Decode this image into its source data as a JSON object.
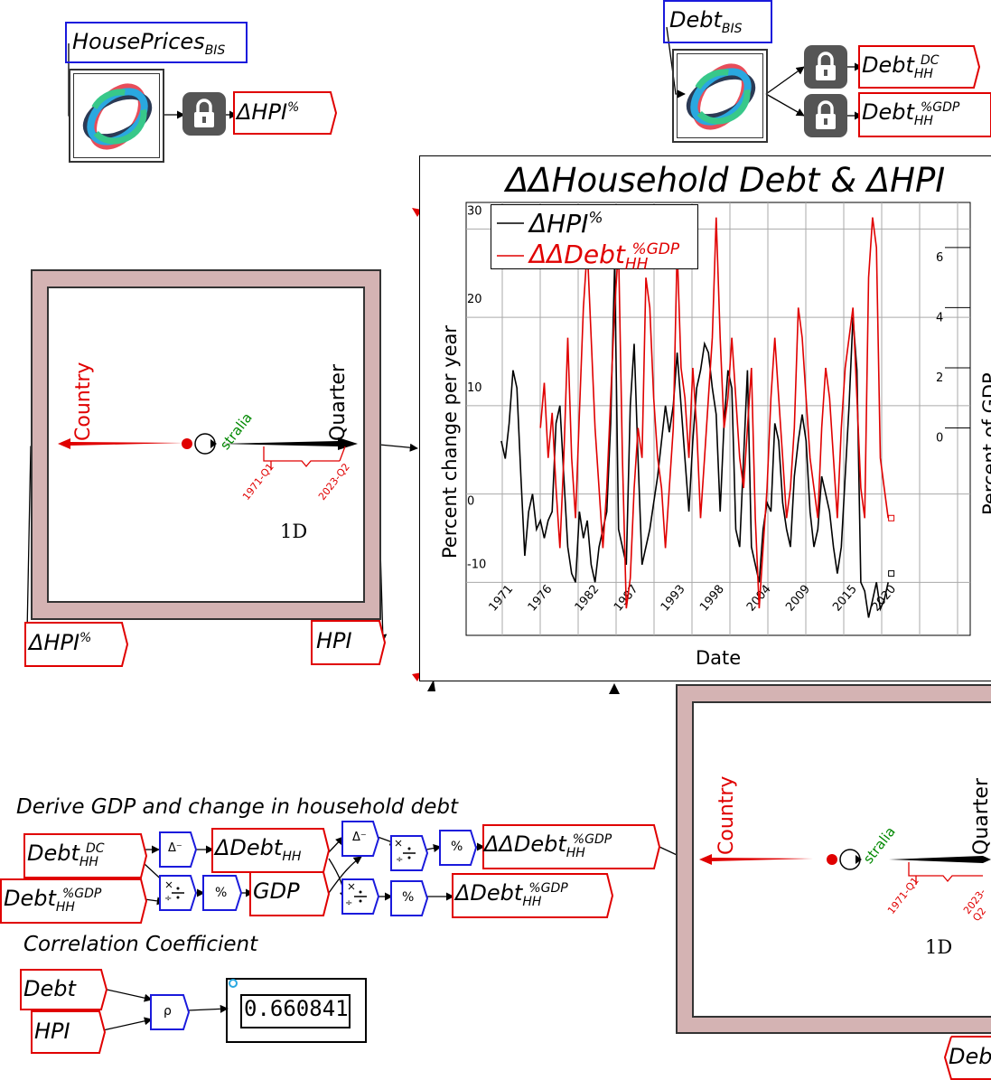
{
  "variables": {
    "house_prices_bis": {
      "base": "HousePrices",
      "sub": "BIS"
    },
    "debt_bis": {
      "base": "Debt",
      "sub": "BIS"
    },
    "d_hpi_pct": {
      "base": "ΔHPI",
      "sup": "%"
    },
    "debt_hh_dc": {
      "base": "Debt",
      "sub": "HH",
      "sup": "DC"
    },
    "debt_hh_gdp": {
      "base": "Debt",
      "sub": "HH",
      "sup": "%GDP"
    },
    "d_hpi_pct_left": {
      "base": "ΔHPI",
      "sup": "%"
    },
    "hpi": {
      "base": "HPI"
    },
    "d_debt_hh": {
      "base": "ΔDebt",
      "sub": "HH"
    },
    "gdp": {
      "base": "GDP"
    },
    "dd_debt_hh_gdp": {
      "base": "ΔΔDebt",
      "sub": "HH",
      "sup": "%GDP"
    },
    "d_debt_hh_gdp": {
      "base": "ΔDebt",
      "sub": "HH",
      "sup": "%GDP"
    },
    "debt": {
      "base": "Debt"
    },
    "hpi2": {
      "base": "HPI"
    },
    "debt_right_partial": {
      "base": "Debt"
    }
  },
  "operators": {
    "diff1": "Δ⁻",
    "diff2": "Δ⁻",
    "divide": "÷",
    "multiply": "×",
    "percent": "%",
    "correlation": "ρ"
  },
  "groups": {
    "derive_title": "Derive GDP and change in household debt",
    "corr_title": "Correlation Coefficient"
  },
  "correlation_value": "0.660841",
  "ravel_left": {
    "axis_country": "Country",
    "axis_quarter": "Quarter",
    "slice_value": "stralia",
    "range_start": "1971-Q1",
    "range_end": "2023-Q2",
    "rank": "1D"
  },
  "ravel_right": {
    "axis_country": "Country",
    "axis_quarter": "Quarter",
    "slice_value": "stralia",
    "range_start": "1971-Q1",
    "range_end": "2023-Q2",
    "rank": "1D"
  },
  "chart_data": {
    "type": "line",
    "title": "ΔΔHousehold Debt & ΔHPI",
    "xlabel": "Date",
    "ylabel": "Percent change per year",
    "ylabel_right": "Percent of GDP",
    "x_tick_labels": [
      "1971",
      "1976",
      "1982",
      "1987",
      "1993",
      "1998",
      "2004",
      "2009",
      "2015",
      "2020"
    ],
    "x_tick_values": [
      1971,
      1976,
      1982,
      1987,
      1993,
      1998,
      2004,
      2009,
      2015,
      2020
    ],
    "xlim": [
      1966.5,
      2031
    ],
    "y_ticks": [
      -10,
      0,
      10,
      20,
      30
    ],
    "ylim": [
      -16,
      33
    ],
    "y2_ticks": [
      0,
      2,
      4,
      6
    ],
    "y2lim": [
      -6.9,
      7.5
    ],
    "grid": true,
    "legend_position": "top-left",
    "series": [
      {
        "name": "ΔHPI%",
        "color": "#000000",
        "x": [
          1971,
          1971.5,
          1972,
          1972.5,
          1973,
          1973.5,
          1974,
          1974.5,
          1975,
          1975.5,
          1976,
          1976.5,
          1977,
          1977.5,
          1978,
          1978.5,
          1979,
          1979.5,
          1980,
          1980.5,
          1981,
          1981.5,
          1982,
          1982.5,
          1983,
          1983.5,
          1984,
          1984.5,
          1985,
          1985.5,
          1986,
          1986.5,
          1987,
          1987.5,
          1988,
          1988.5,
          1989,
          1989.5,
          1990,
          1990.5,
          1991,
          1991.5,
          1992,
          1992.5,
          1993,
          1993.5,
          1994,
          1994.5,
          1995,
          1995.5,
          1996,
          1996.5,
          1997,
          1997.5,
          1998,
          1998.5,
          1999,
          1999.5,
          2000,
          2000.5,
          2001,
          2001.5,
          2002,
          2002.5,
          2003,
          2003.5,
          2004,
          2004.5,
          2005,
          2005.5,
          2006,
          2006.5,
          2007,
          2007.5,
          2008,
          2008.5,
          2009,
          2009.5,
          2010,
          2010.5,
          2011,
          2011.5,
          2012,
          2012.5,
          2013,
          2013.5,
          2014,
          2014.5,
          2015,
          2015.5,
          2016,
          2016.5,
          2017,
          2017.5,
          2018,
          2018.5,
          2019,
          2019.5,
          2020,
          2020.5
        ],
        "y": [
          6,
          4,
          8,
          14,
          12,
          2,
          -7,
          -2,
          0,
          -4,
          -3,
          -5,
          -3,
          -2,
          8,
          10,
          2,
          -6,
          -9,
          -10,
          -2,
          -5,
          -3,
          -8,
          -10,
          -6,
          -4,
          -2,
          8,
          26,
          -4,
          -6,
          -8,
          10,
          17,
          4,
          -8,
          -6,
          -4,
          -1,
          2,
          6,
          10,
          7,
          10,
          16,
          10,
          4,
          -2,
          6,
          12,
          14,
          17,
          16,
          12,
          9,
          -2,
          8,
          14,
          12,
          -4,
          -6,
          4,
          14,
          -6,
          -8,
          -10,
          -4,
          -1,
          -2,
          8,
          6,
          -1,
          -4,
          -6,
          2,
          6,
          9,
          6,
          -2,
          -6,
          -4,
          2,
          0,
          -2,
          -6,
          -9,
          -6,
          2,
          10,
          20,
          14,
          -10,
          -11,
          -14,
          -12,
          -10,
          -13,
          -12,
          -10
        ],
        "hidden_tail_after": 2018.5
      },
      {
        "name": "ΔΔDebtHH%GDP",
        "color": "#e00000",
        "x": [
          1976,
          1976.5,
          1977,
          1977.5,
          1978,
          1978.5,
          1979,
          1979.5,
          1980,
          1980.5,
          1981,
          1981.5,
          1982,
          1982.5,
          1983,
          1983.5,
          1984,
          1984.5,
          1985,
          1985.5,
          1986,
          1986.5,
          1987,
          1987.5,
          1988,
          1988.5,
          1989,
          1989.5,
          1990,
          1990.5,
          1991,
          1991.5,
          1992,
          1992.5,
          1993,
          1993.5,
          1994,
          1994.5,
          1995,
          1995.5,
          1996,
          1996.5,
          1997,
          1997.5,
          1998,
          1998.5,
          1999,
          1999.5,
          2000,
          2000.5,
          2001,
          2001.5,
          2002,
          2002.5,
          2003,
          2003.5,
          2004,
          2004.5,
          2005,
          2005.5,
          2006,
          2006.5,
          2007,
          2007.5,
          2008,
          2008.5,
          2009,
          2009.5,
          2010,
          2010.5,
          2011,
          2011.5,
          2012,
          2012.5,
          2013,
          2013.5,
          2014,
          2014.5,
          2015,
          2015.5,
          2016,
          2016.5,
          2017,
          2017.5,
          2018,
          2018.5,
          2019,
          2019.5,
          2020,
          2020.5
        ],
        "y2": [
          0,
          1.5,
          -1,
          0.5,
          -2,
          -4,
          -1,
          3,
          -1,
          -3,
          0.5,
          4,
          6,
          3,
          0,
          -2,
          -4,
          -2,
          1,
          4,
          6,
          -1,
          -6,
          -5,
          -2,
          0,
          -1,
          5,
          4,
          1,
          -1,
          -2,
          -4,
          -2,
          0,
          6,
          2,
          1,
          -1,
          2,
          0,
          -3,
          -1,
          1,
          3,
          7,
          3,
          0,
          1,
          3,
          1,
          -1,
          -2,
          0,
          2,
          -3,
          -6,
          -4,
          -2,
          1,
          3,
          1,
          -1,
          -3,
          -2,
          0,
          4,
          3,
          1,
          -1,
          -2,
          -3,
          0,
          2,
          1,
          -1,
          -3,
          0,
          2,
          3,
          4,
          1,
          -2,
          -3,
          5,
          7,
          6,
          -1,
          -2,
          -3
        ]
      }
    ]
  }
}
